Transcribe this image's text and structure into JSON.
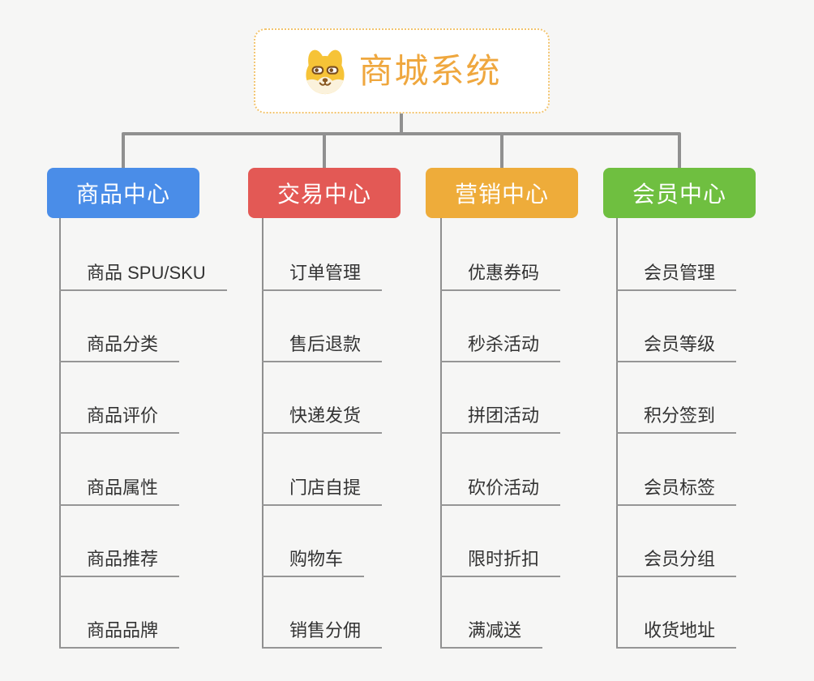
{
  "root": {
    "title": "商城系统",
    "icon": "shiba-dog-icon",
    "title_color": "#EFA73E",
    "border_color": "#F2C46E"
  },
  "branches": [
    {
      "label": "商品中心",
      "color": "#4A8DE8",
      "items": [
        "商品 SPU/SKU",
        "商品分类",
        "商品评价",
        "商品属性",
        "商品推荐",
        "商品品牌"
      ]
    },
    {
      "label": "交易中心",
      "color": "#E35955",
      "items": [
        "订单管理",
        "售后退款",
        "快递发货",
        "门店自提",
        "购物车",
        "销售分佣"
      ]
    },
    {
      "label": "营销中心",
      "color": "#EEAC3A",
      "items": [
        "优惠券码",
        "秒杀活动",
        "拼团活动",
        "砍价活动",
        "限时折扣",
        "满减送"
      ]
    },
    {
      "label": "会员中心",
      "color": "#6FBF40",
      "items": [
        "会员管理",
        "会员等级",
        "积分签到",
        "会员标签",
        "会员分组",
        "收货地址"
      ]
    }
  ],
  "colors": {
    "background": "#F6F6F5",
    "connector": "#909090",
    "leaf_line": "#969696",
    "leaf_text": "#333333"
  }
}
